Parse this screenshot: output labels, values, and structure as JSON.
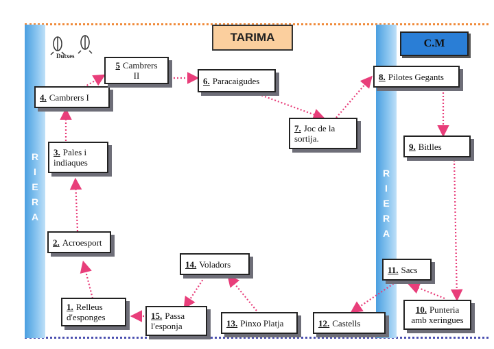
{
  "header": {
    "title": "TARIMA",
    "cm_label": "C.M"
  },
  "logo": {
    "label": "Dutxes"
  },
  "riera_label": [
    "R",
    "I",
    "E",
    "R",
    "A"
  ],
  "stations": [
    {
      "num": "1.",
      "l1": "Relleus",
      "l2": "d'esponges"
    },
    {
      "num": "2.",
      "l1": "Acroesport",
      "l2": ""
    },
    {
      "num": "3.",
      "l1": "Pales i",
      "l2": "indiaques"
    },
    {
      "num": "4.",
      "l1": "Cambrers I",
      "l2": ""
    },
    {
      "num": "5",
      "l1": "Cambrers",
      "l2": "II"
    },
    {
      "num": "6.",
      "l1": "Paracaigudes",
      "l2": ""
    },
    {
      "num": "7.",
      "l1": "Joc de la",
      "l2": "sortija."
    },
    {
      "num": "8.",
      "l1": "Pilotes Gegants",
      "l2": ""
    },
    {
      "num": "9.",
      "l1": "Bitlles",
      "l2": ""
    },
    {
      "num": "10.",
      "l1": "Punteria",
      "l2": "amb xeringues"
    },
    {
      "num": "11.",
      "l1": "Sacs",
      "l2": ""
    },
    {
      "num": "12.",
      "l1": "Castells",
      "l2": ""
    },
    {
      "num": "13.",
      "l1": "Pinxo Platja",
      "l2": ""
    },
    {
      "num": "14.",
      "l1": "Voladors",
      "l2": ""
    },
    {
      "num": "15.",
      "l1": "Passa",
      "l2": "l'esponja"
    }
  ],
  "colors": {
    "arrow": "#e83e7a",
    "riera": "#4a9fe0",
    "tarima": "#fbcf9e",
    "cm": "#2a7ed6",
    "top_border": "#f08a3a",
    "bottom_border": "#4a4fb0"
  }
}
